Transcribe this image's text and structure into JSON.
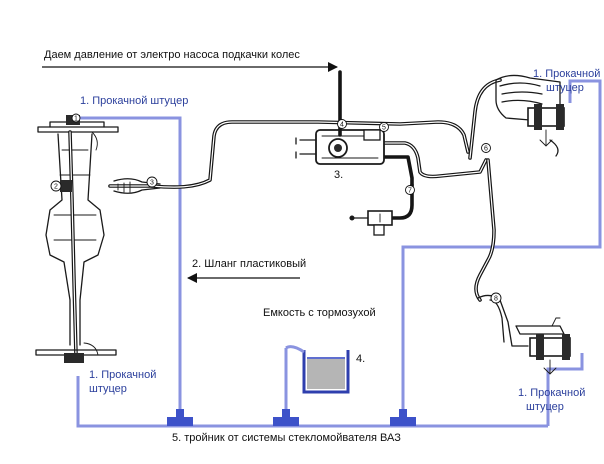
{
  "labels": {
    "pressure_source": "Даем давление от электро насоса подкачки колес",
    "fitting_top_left": "1. Прокачной штуцер",
    "fitting_top_right_line1": "1. Прокачной",
    "fitting_top_right_line2": "штуцер",
    "fitting_bottom_left_line1": "1. Прокачной",
    "fitting_bottom_left_line2": "штуцер",
    "fitting_bottom_right_line1": "1. Прокачной",
    "fitting_bottom_right_line2": "штуцер",
    "plastic_hose": "2. Шланг пластиковый",
    "master_cylinder_number": "3.",
    "reservoir_title": "Емкость с тормозухой",
    "reservoir_number": "4.",
    "tee_fitting": "5. тройник от системы стекломойвателя ВАЗ"
  },
  "markers": [
    "1",
    "2",
    "3",
    "4",
    "5",
    "6",
    "7",
    "8"
  ],
  "colors": {
    "tube": "#8a93e0",
    "tee": "#3d52c9",
    "fluid": "#b5b5b5",
    "fluid_line": "#2a3fbf",
    "ink": "#151515"
  }
}
